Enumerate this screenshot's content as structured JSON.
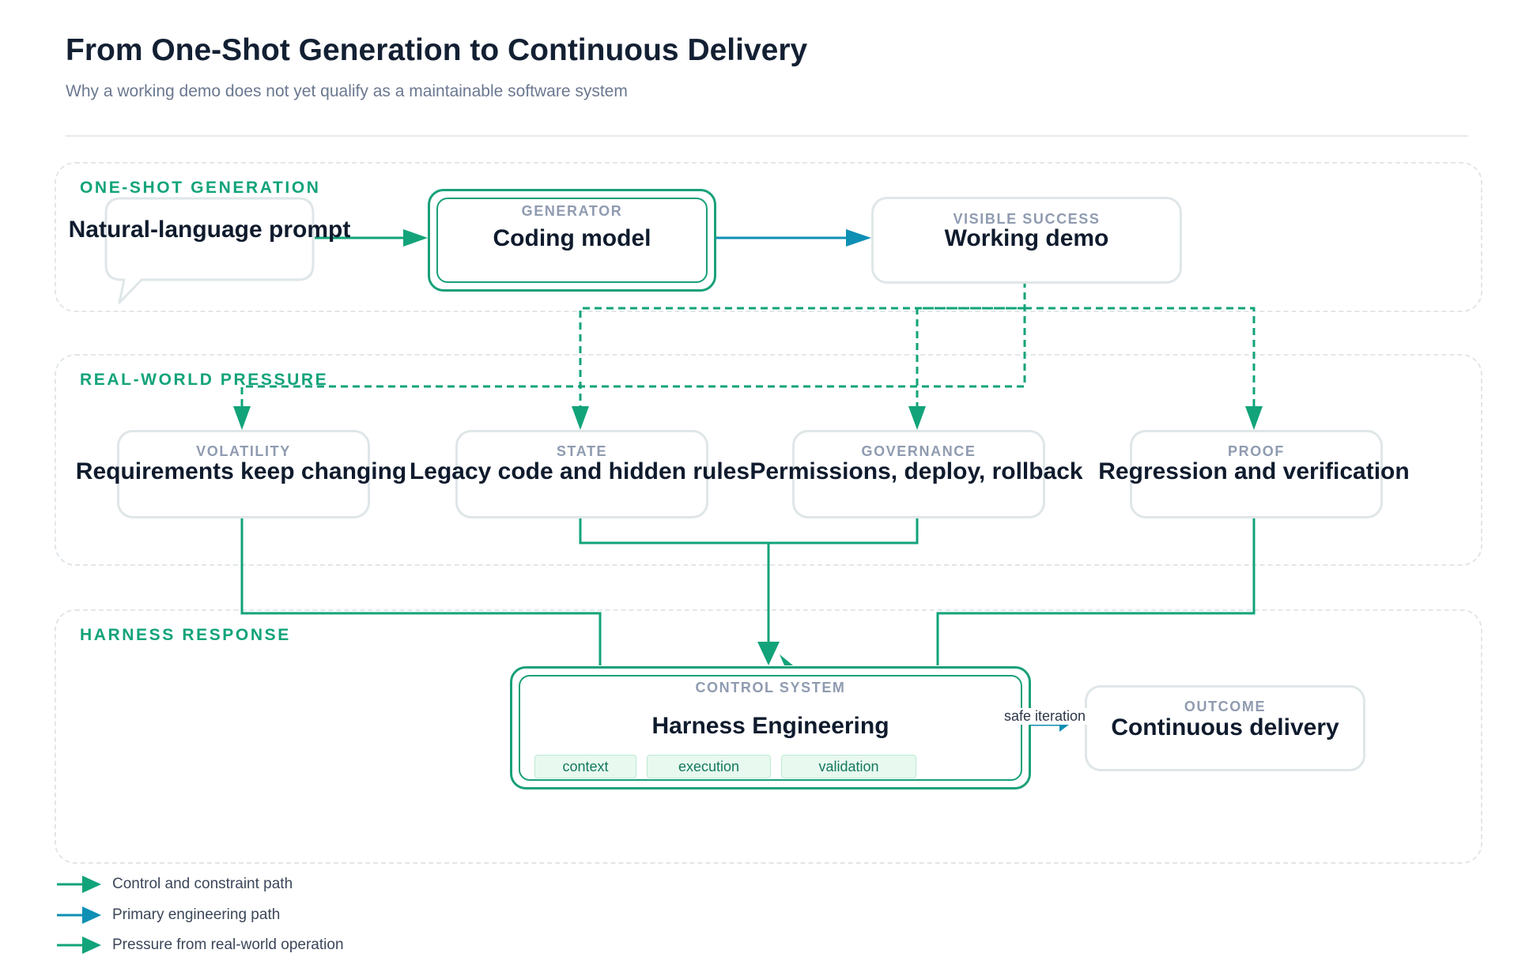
{
  "header": {
    "title": "From One-Shot Generation to Continuous Delivery",
    "subtitle": "Why a working demo does not yet qualify as a maintainable software system"
  },
  "lanes": {
    "one_shot": "ONE-SHOT GENERATION",
    "pressure": "REAL-WORLD PRESSURE",
    "harness": "HARNESS RESPONSE"
  },
  "nodes": {
    "prompt": {
      "title": "Natural-language prompt"
    },
    "generator": {
      "kicker": "GENERATOR",
      "title": "Coding model"
    },
    "demo": {
      "kicker": "VISIBLE SUCCESS",
      "title": "Working demo"
    },
    "volatility": {
      "kicker": "VOLATILITY",
      "title": "Requirements keep changing"
    },
    "state": {
      "kicker": "STATE",
      "title": "Legacy code and hidden rules"
    },
    "governance": {
      "kicker": "GOVERNANCE",
      "title": "Permissions, deploy, rollback"
    },
    "proof": {
      "kicker": "PROOF",
      "title": "Regression and verification"
    },
    "control": {
      "kicker": "CONTROL SYSTEM",
      "title": "Harness Engineering",
      "pills": [
        "context",
        "execution",
        "validation"
      ]
    },
    "outcome": {
      "kicker": "OUTCOME",
      "title": "Continuous delivery"
    }
  },
  "edges": {
    "safe_iteration": "safe iteration"
  },
  "legend": [
    {
      "label": "Control and constraint path",
      "color": "#12a37a"
    },
    {
      "label": "Primary engineering path",
      "color": "#0e8fb4"
    },
    {
      "label": "Pressure from real-world operation",
      "color": "#12a37a"
    }
  ],
  "colors": {
    "green": "#12a37a",
    "blue": "#0e8fb4",
    "border": "#dfe6e8"
  }
}
